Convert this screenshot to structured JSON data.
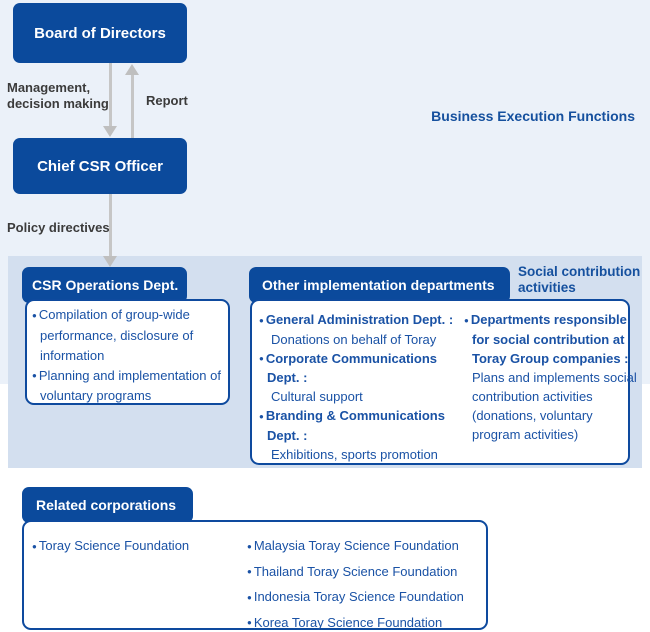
{
  "palette": {
    "dark_blue": "#0b4a9c",
    "panel_blue": "#d3dfef",
    "band_blue": "#ebf1f9",
    "text_blue": "#1a52a5",
    "border_blue": "#0e4a9e",
    "label_gray": "#3b3b3b",
    "arrow_gray": "#c6c6c6"
  },
  "glyphs": {
    "bullet": "●"
  },
  "band": {
    "title": "Business Execution Functions"
  },
  "boxes": {
    "board": "Board of Directors",
    "chief": "Chief CSR Officer"
  },
  "edge_labels": {
    "management_1": "Management,",
    "management_2": "decision making",
    "report": "Report",
    "policy": "Policy directives"
  },
  "csr_ops": {
    "title": "CSR Operations Dept.",
    "lines": [
      {
        "bullet": true,
        "text": "Compilation of group-wide"
      },
      {
        "bullet": false,
        "text": "performance, disclosure of"
      },
      {
        "bullet": false,
        "text": "information"
      },
      {
        "bullet": true,
        "text": "Planning and implementation of"
      },
      {
        "bullet": false,
        "text": "voluntary programs"
      }
    ]
  },
  "other_depts": {
    "title": "Other implementation departments",
    "side_label_1": "Social contribution",
    "side_label_2": "activities",
    "left_column": [
      {
        "bullet": true,
        "bold": true,
        "text": "General Administration Dept. :"
      },
      {
        "bullet": false,
        "bold": false,
        "text": "Donations on behalf of Toray"
      },
      {
        "bullet": true,
        "bold": true,
        "text": "Corporate Communications"
      },
      {
        "bullet": false,
        "bold": true,
        "text": "Dept. :"
      },
      {
        "bullet": false,
        "bold": false,
        "text": "Cultural support"
      },
      {
        "bullet": true,
        "bold": true,
        "text": "Branding & Communications"
      },
      {
        "bullet": false,
        "bold": true,
        "text": "Dept. :"
      },
      {
        "bullet": false,
        "bold": false,
        "text": "Exhibitions, sports promotion"
      }
    ],
    "right_column": [
      {
        "bullet": true,
        "bold": true,
        "text": "Departments responsible"
      },
      {
        "bullet": false,
        "bold": true,
        "text": "for social contribution at"
      },
      {
        "bullet": false,
        "bold": true,
        "text": "Toray Group companies :"
      },
      {
        "bullet": false,
        "bold": false,
        "text": "Plans and implements social"
      },
      {
        "bullet": false,
        "bold": false,
        "text": "contribution activities"
      },
      {
        "bullet": false,
        "bold": false,
        "text": "(donations, voluntary"
      },
      {
        "bullet": false,
        "bold": false,
        "text": "program activities)"
      }
    ]
  },
  "related": {
    "title": "Related corporations",
    "left_column": [
      {
        "bullet": true,
        "text": "Toray Science Foundation"
      }
    ],
    "right_column": [
      {
        "bullet": true,
        "text": "Malaysia Toray Science Foundation"
      },
      {
        "bullet": true,
        "text": "Thailand Toray Science Foundation"
      },
      {
        "bullet": true,
        "text": "Indonesia Toray Science Foundation"
      },
      {
        "bullet": true,
        "text": "Korea Toray Science Foundation"
      }
    ]
  }
}
